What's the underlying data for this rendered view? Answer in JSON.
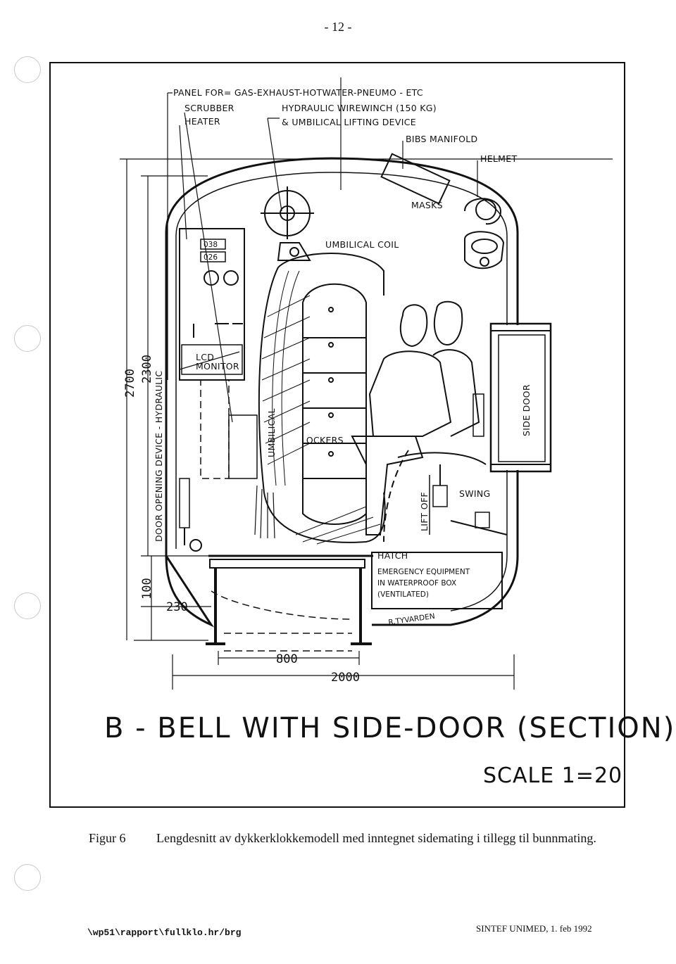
{
  "page": {
    "number": "- 12 -"
  },
  "diagram": {
    "labels": {
      "panel": "PANEL FOR= GAS-EXHAUST-HOTWATER-PNEUMO - ETC",
      "scrubber": "SCRUBBER",
      "heater": "HEATER",
      "hydraulic_winch": "HYDRAULIC WIREWINCH (150 KG)",
      "umbilical_lifting": "& UMBILICAL LIFTING DEVICE",
      "bibs": "BIBS MANIFOLD",
      "helmet": "HELMET",
      "masks": "MASKS",
      "umbilical_coil": "UMBILICAL COIL",
      "lcd_1": "038",
      "lcd_2": "026",
      "lcd": "LCD",
      "monitor": "MONITOR",
      "umbilical": "UMBILICAL",
      "lockers": "LOCKERS",
      "side_door": "SIDE DOOR",
      "lift_off": "LIFT OFF",
      "swing": "SWING",
      "hatch": "HATCH",
      "emergency_1": "EMERGENCY EQUIPMENT",
      "emergency_2": "IN WATERPROOF BOX",
      "emergency_3": "(VENTILATED)",
      "signature": "R.TYVARDEN",
      "door_opening": "DOOR OPENING DEVICE - HYDRAULIC"
    },
    "dimensions": {
      "height_total": "2700",
      "height_inner": "2300",
      "bottom_100": "100",
      "bottom_230": "230",
      "width_800": "800",
      "width_2000": "2000"
    },
    "title": "B -  BELL WITH SIDE-DOOR (SECTION)",
    "scale": "SCALE 1=20"
  },
  "caption": {
    "label": "Figur 6",
    "text": "Lengdesnitt av dykkerklokkemodell med inntegnet sidemating i tillegg til bunnmating."
  },
  "footer": {
    "left": "\\wp51\\rapport\\fullklo.hr/brg",
    "right": "SINTEF UNIMED, 1. feb 1992"
  }
}
